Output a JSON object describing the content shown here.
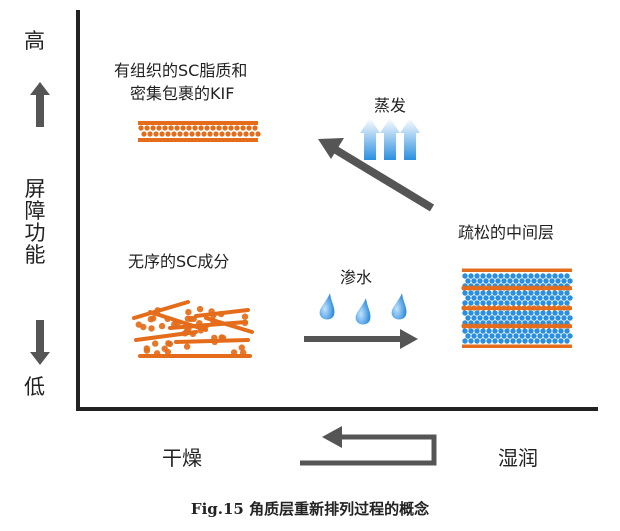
{
  "diagram": {
    "y_axis": {
      "high": "高",
      "label": "屏障功能",
      "low": "低"
    },
    "x_axis": {
      "left": "干燥",
      "right": "湿润"
    },
    "nodes": {
      "top_left": [
        "有组织的SC脂质和",
        "密集包裹的KIF"
      ],
      "bottom_left": "无序的SC成分",
      "right": "疏松的中间层"
    },
    "arrows": {
      "evaporate": "蒸发",
      "water": "渗水"
    },
    "caption": "Fig.15  角质层重新排列过程的概念",
    "colors": {
      "orange": "#e46c1a",
      "blue": "#2b8fe0",
      "gray": "#5a5a5a"
    }
  }
}
